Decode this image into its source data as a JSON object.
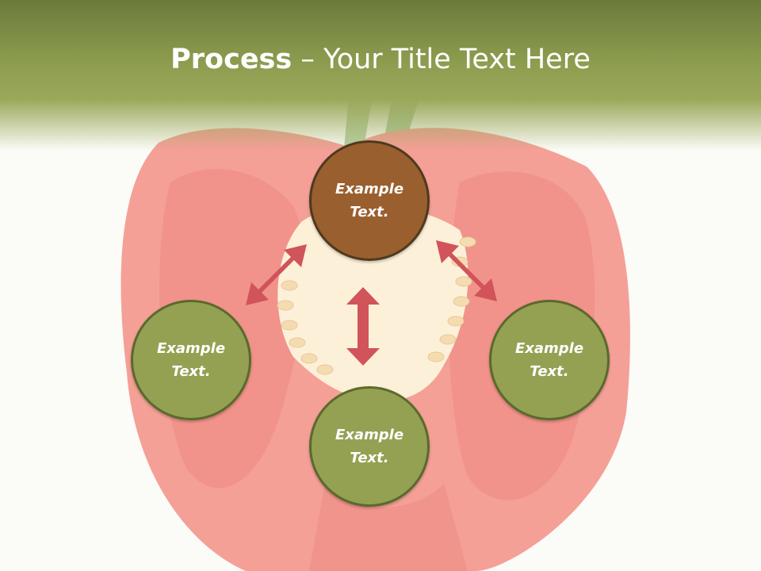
{
  "title": {
    "bold": "Process",
    "rest": " – Your Title Text Here"
  },
  "nodes": {
    "top": {
      "line1": "Example",
      "line2": "Text."
    },
    "left": {
      "line1": "Example",
      "line2": "Text."
    },
    "right": {
      "line1": "Example",
      "line2": "Text."
    },
    "bottom": {
      "line1": "Example",
      "line2": "Text."
    }
  },
  "colors": {
    "header": "#8d9d4f",
    "node_accent": "#9a5f2e",
    "node": "#94a153",
    "node_border": "#5b6a2c",
    "arrow": "#d0545a"
  }
}
